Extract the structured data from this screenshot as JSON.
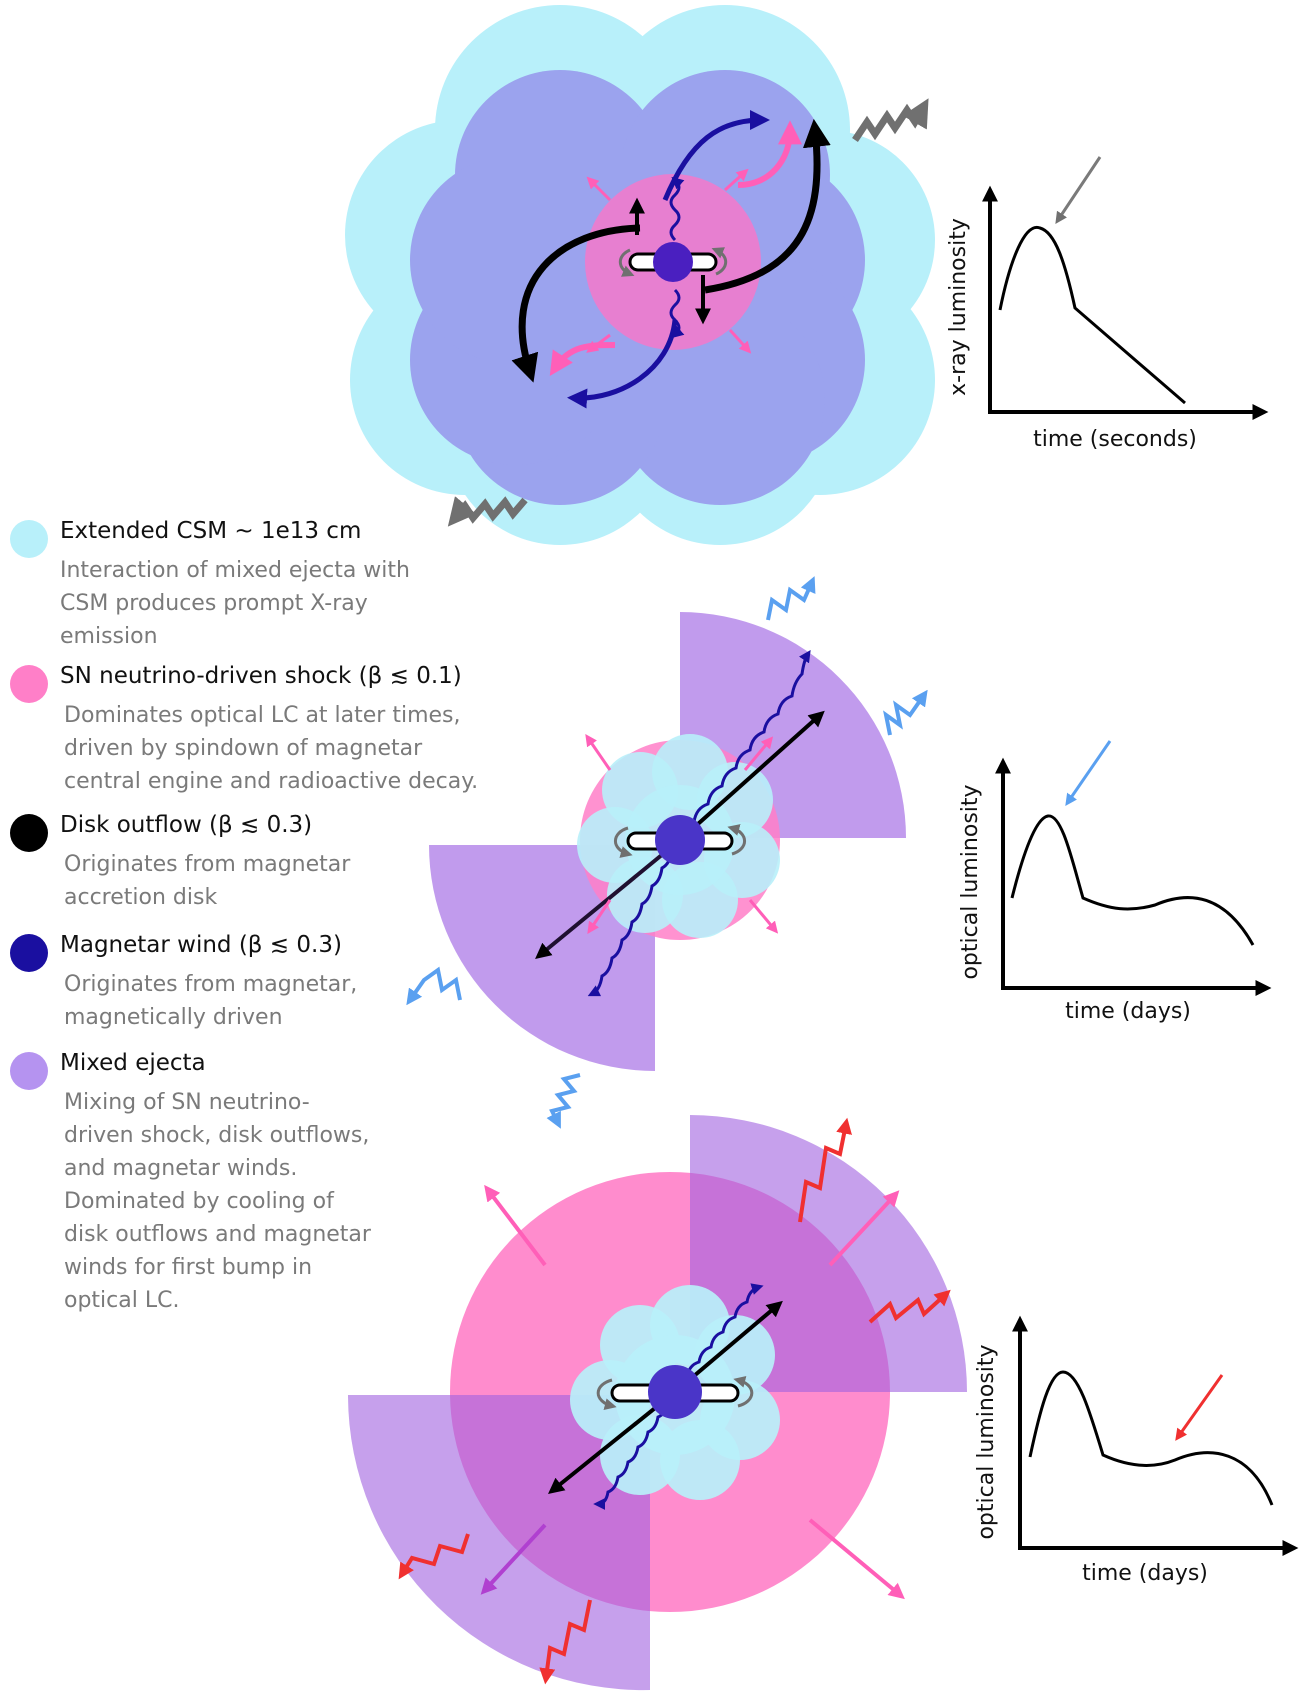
{
  "colors": {
    "csm": "#b8f0fa",
    "sn_shock": "#ff7fc8",
    "disk_outflow": "#000000",
    "magnetar_wind": "#1a0fa0",
    "mixed_ejecta": "#b593f0",
    "xray_arrow": "#7a7a7a",
    "optical_blue": "#5aa0f0",
    "optical_red": "#f03030"
  },
  "legend": [
    {
      "key": "csm",
      "title": "Extended CSM ~ 1e13 cm",
      "desc": [
        "Interaction of mixed ejecta with",
        "CSM produces prompt X-ray",
        "emission"
      ]
    },
    {
      "key": "sn_shock",
      "title": "SN neutrino-driven shock (β ≲ 0.1)",
      "desc": [
        "Dominates optical LC at later times,",
        "driven by spindown of magnetar",
        "central engine and radioactive decay."
      ]
    },
    {
      "key": "disk_outflow",
      "title": "Disk outflow (β ≲ 0.3)",
      "desc": [
        "Originates from magnetar",
        "accretion disk"
      ]
    },
    {
      "key": "magnetar_wind",
      "title": "Magnetar wind (β ≲ 0.3)",
      "desc": [
        "Originates from magnetar,",
        "magnetically driven"
      ]
    },
    {
      "key": "mixed_ejecta",
      "title": "Mixed ejecta",
      "desc": [
        "Mixing of SN neutrino-",
        "driven shock, disk outflows,",
        "and magnetar winds.",
        "Dominated by cooling of",
        "disk outflows and magnetar",
        "winds for first bump in",
        "optical LC."
      ]
    }
  ],
  "plots": [
    {
      "ylabel": "x-ray luminosity",
      "xlabel": "time (seconds)",
      "arrow_color": "xray_arrow"
    },
    {
      "ylabel": "optical luminosity",
      "xlabel": "time (days)",
      "arrow_color": "optical_blue"
    },
    {
      "ylabel": "optical luminosity",
      "xlabel": "time (days)",
      "arrow_color": "optical_red"
    }
  ]
}
